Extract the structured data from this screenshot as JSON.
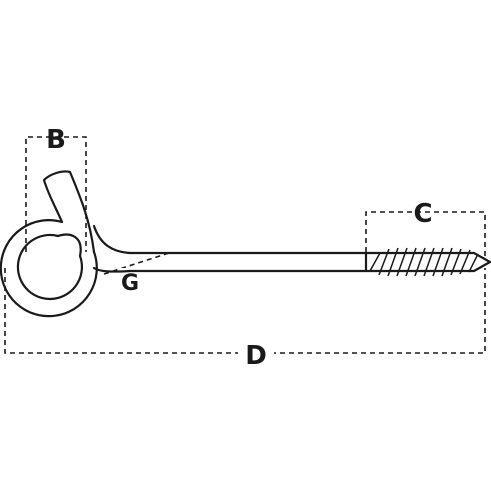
{
  "labels": {
    "b": "B",
    "c": "C",
    "d": "D",
    "g": "G"
  },
  "colors": {
    "line": "#1a1a1a",
    "background": "#ffffff"
  }
}
